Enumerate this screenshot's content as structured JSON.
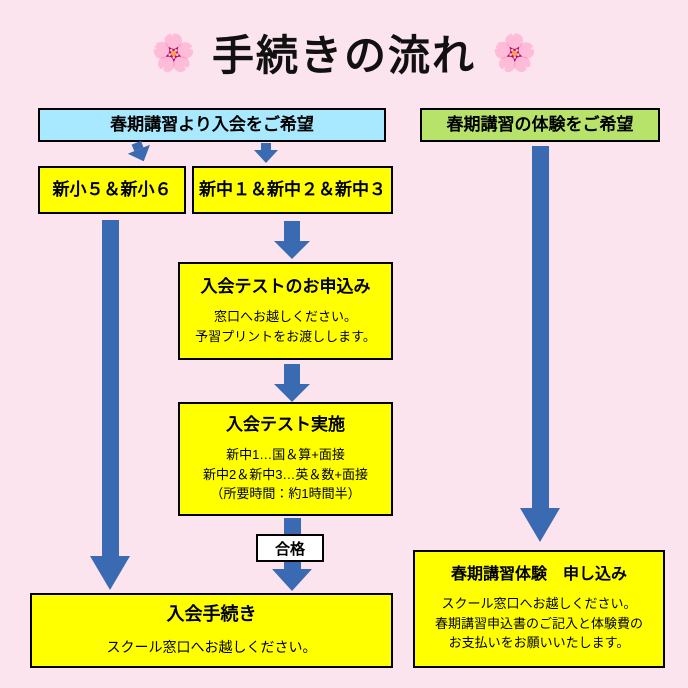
{
  "title": {
    "text": "手続きの流れ",
    "flower_left": "🌸",
    "flower_right": "🌸"
  },
  "enroll_flow": {
    "header": "春期講習より入会をご希望",
    "grade_elementary": "新小５＆新小６",
    "grade_junior": "新中１＆新中２＆新中３",
    "test_apply": {
      "title": "入会テストのお申込み",
      "lines": [
        "窓口へお越しください。",
        "予習プリントをお渡しします。"
      ]
    },
    "test_exec": {
      "title": "入会テスト実施",
      "lines": [
        "新中1…国＆算+面接",
        "新中2＆新中3…英＆数+面接",
        "（所要時間：約1時間半）"
      ]
    },
    "pass_label": "合格",
    "final": {
      "title": "入会手続き",
      "lines": [
        "スクール窓口へお越しください。"
      ]
    }
  },
  "trial_flow": {
    "header": "春期講習の体験をご希望",
    "final": {
      "title": "春期講習体験　申し込み",
      "lines": [
        "スクール窓口へお越しください。",
        "春期講習申込書のご記入と体験費の",
        "お支払いをお願いいたします。"
      ]
    }
  },
  "colors": {
    "background": "#fce4ef",
    "header_blue": "#a9e9ff",
    "header_green": "#b7e36b",
    "box_yellow": "#ffff00",
    "arrow_blue": "#3a6ab1",
    "pass_white": "#ffffff",
    "border": "#000000"
  }
}
